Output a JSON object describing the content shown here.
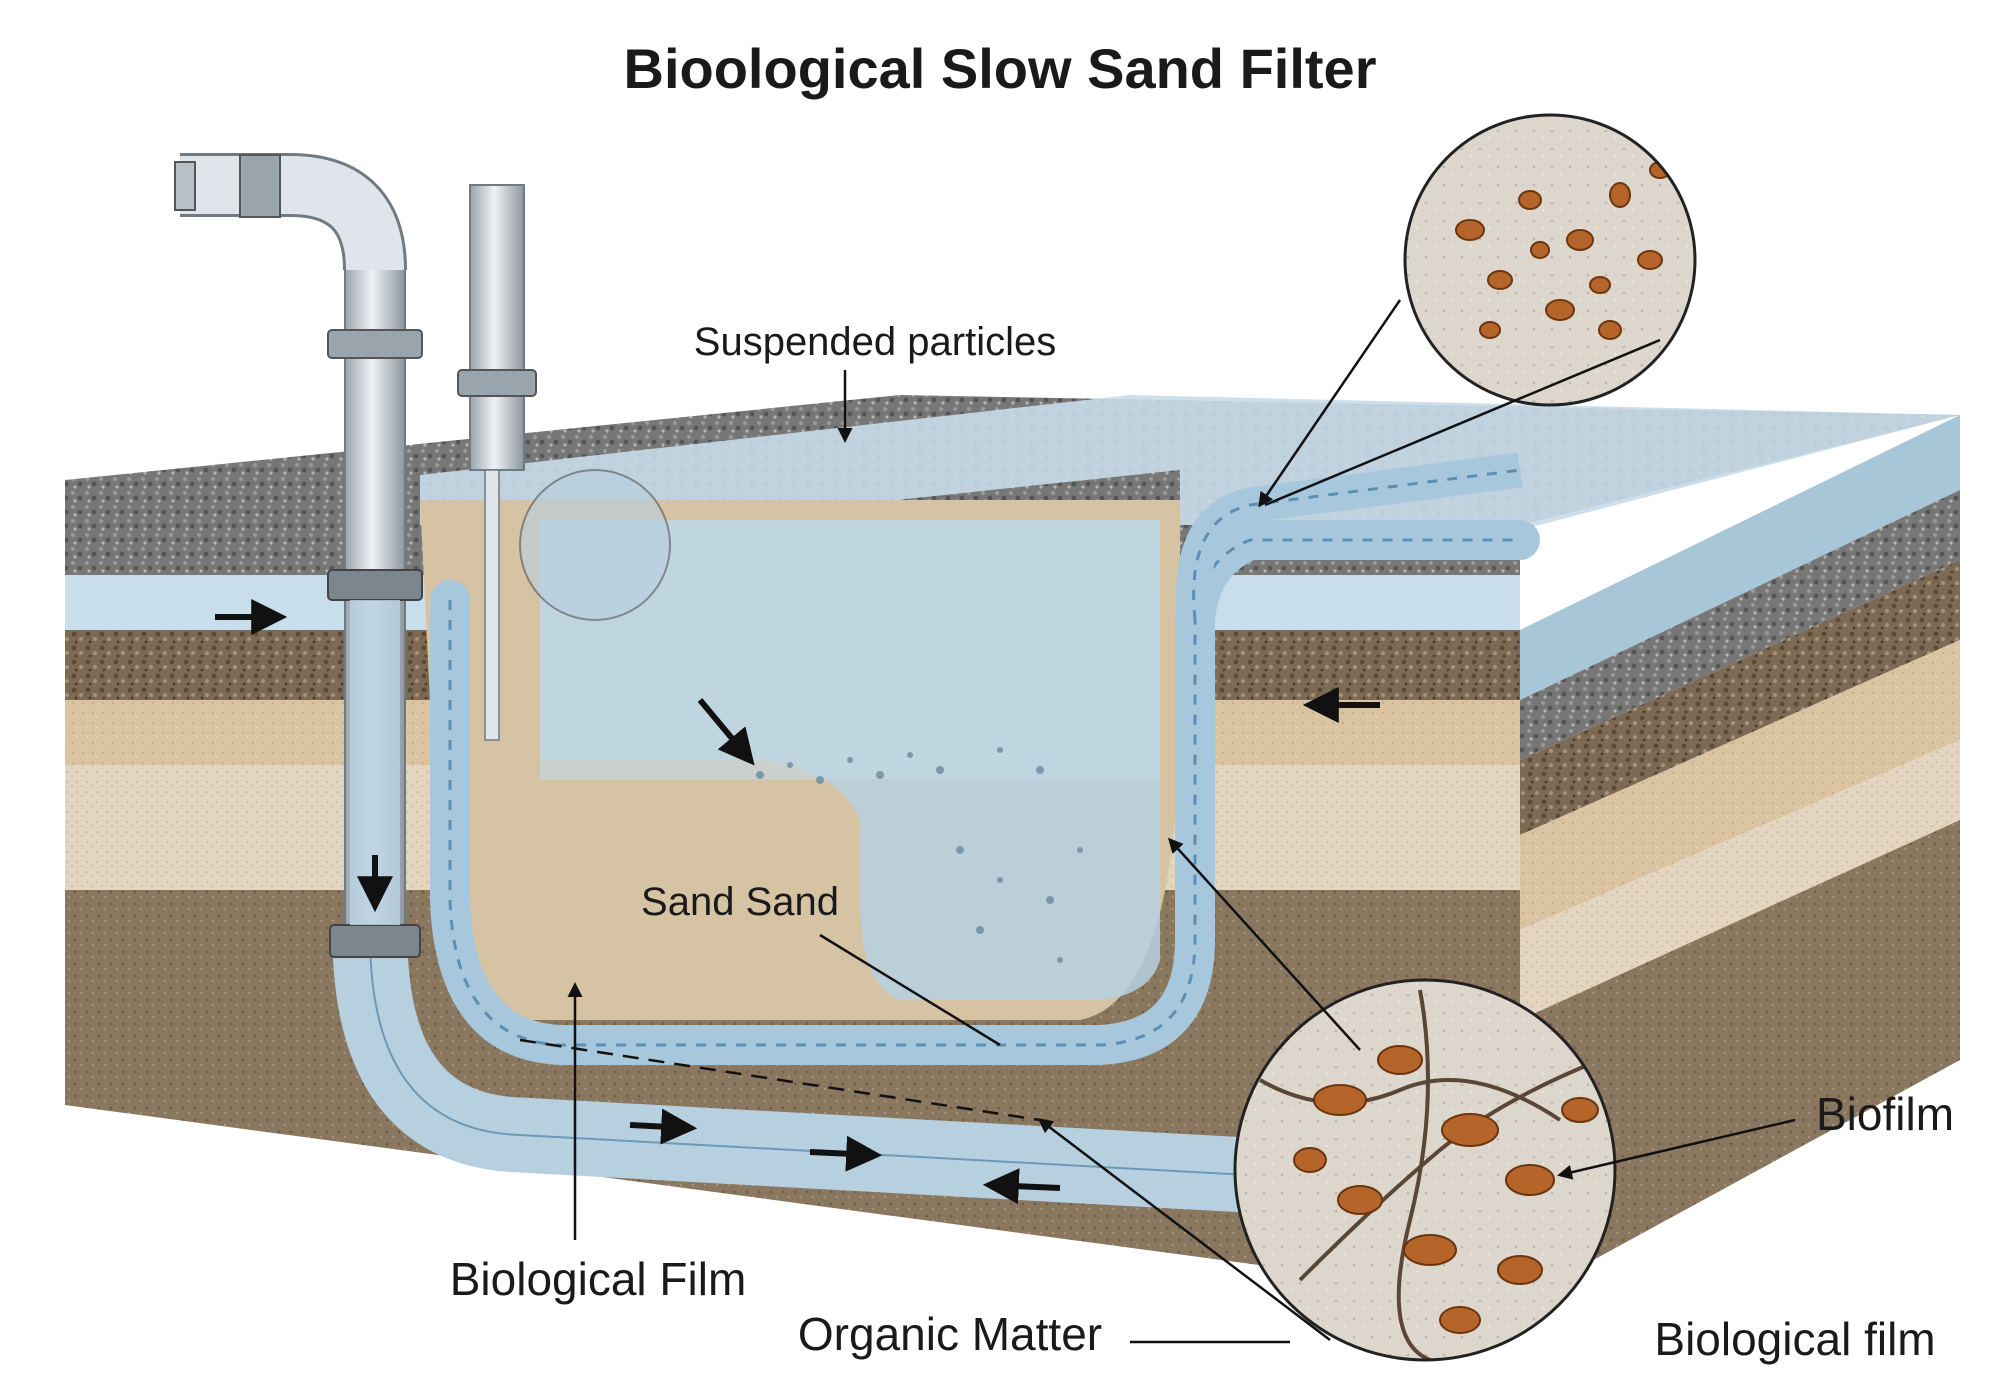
{
  "diagram": {
    "title": "Bioological Slow Sand Filter",
    "labels": {
      "suspended_particles": "Suspended particles",
      "sand_sand": "Sand Sand",
      "biological_film_left": "Biological Film",
      "organic_matter": "Organic Matter",
      "biofilm": "Biofilm",
      "biological_film_right": "Biological film"
    },
    "colors": {
      "water": "#bfd8e8",
      "water_dark": "#8fb6cf",
      "gravel": "#6f6f6f",
      "brown_gravel": "#7d6a55",
      "sand": "#d9c3a0",
      "light_sand": "#e6d8c2",
      "soil": "#8a7760",
      "pipe": "#c9d0d6",
      "bacteria": "#b5652a",
      "biofilm_bg": "#ddd6cc"
    },
    "icons": [
      "inlet-pipe-icon",
      "outlet-pipe-icon",
      "flow-arrow-icon",
      "magnifier-circle-icon",
      "bacteria-icon"
    ]
  }
}
